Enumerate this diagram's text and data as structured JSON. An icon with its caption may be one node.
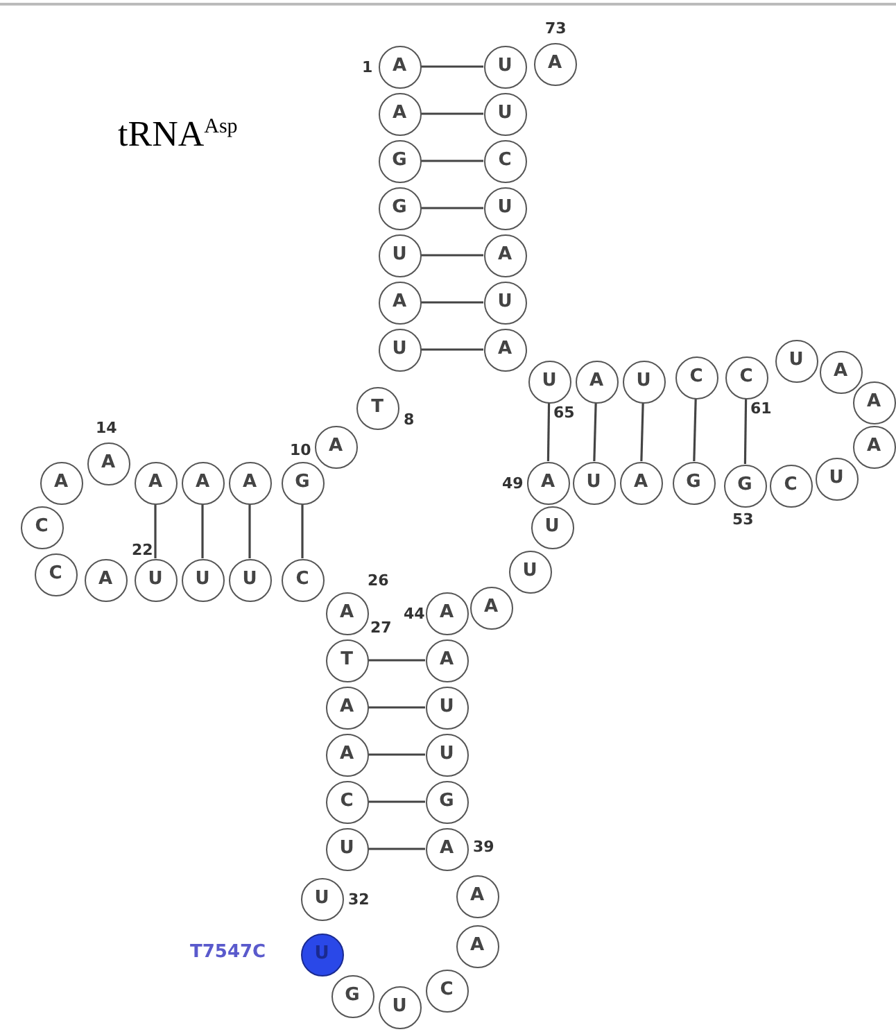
{
  "diagram": {
    "title": "tRNA$^{Asp}$",
    "nodes": [
      {
        "text": [
          "A"
        ],
        "beside": [
          "1"
        ]
      },
      {
        "text": [
          "A"
        ]
      },
      {
        "text": [
          "G"
        ]
      },
      {
        "text": [
          "G"
        ]
      },
      {
        "text": [
          "U"
        ]
      },
      {
        "text": [
          "A"
        ]
      },
      {
        "text": [
          "U"
        ]
      },
      {
        "text": [
          "T"
        ],
        "beside": [
          "8"
        ]
      },
      {
        "text": [
          "A"
        ]
      },
      {
        "text": [
          "G"
        ],
        "beside": [
          "10"
        ]
      },
      {
        "text": [
          "A"
        ]
      },
      {
        "text": [
          "A"
        ]
      },
      {
        "text": [
          "A"
        ]
      },
      {
        "text": [
          "A"
        ],
        "beside": [
          "14"
        ]
      },
      {
        "text": [
          "A"
        ]
      },
      {
        "text": [
          "C"
        ]
      },
      {
        "text": [
          "C"
        ]
      },
      {
        "text": [
          "A"
        ]
      },
      {
        "text": [
          "U"
        ],
        "beside": [
          "22"
        ]
      },
      {
        "text": [
          "U"
        ]
      },
      {
        "text": [
          "U"
        ]
      },
      {
        "text": [
          "C"
        ]
      },
      {
        "text": [
          "A"
        ],
        "beside": [
          "26"
        ]
      },
      {
        "text": [
          "T"
        ],
        "beside": [
          "27"
        ]
      },
      {
        "text": [
          "A"
        ]
      },
      {
        "text": [
          "A"
        ]
      },
      {
        "text": [
          "C"
        ]
      },
      {
        "text": [
          "U"
        ]
      },
      {
        "text": [
          "U"
        ],
        "beside": [
          "32"
        ]
      },
      {
        "text": [
          "U"
        ],
        "beside": [
          "T7547C"
        ]
      },
      {
        "text": [
          "G"
        ]
      },
      {
        "text": [
          "U"
        ]
      },
      {
        "text": [
          "C"
        ]
      },
      {
        "text": [
          "A"
        ]
      },
      {
        "text": [
          "A"
        ]
      },
      {
        "text": [
          "A"
        ],
        "beside": [
          "39"
        ]
      },
      {
        "text": [
          "G"
        ]
      },
      {
        "text": [
          "U"
        ]
      },
      {
        "text": [
          "U"
        ]
      },
      {
        "text": [
          "A"
        ]
      },
      {
        "text": [
          "A"
        ],
        "beside": [
          "44"
        ]
      },
      {
        "text": [
          "A"
        ]
      },
      {
        "text": [
          "U"
        ]
      },
      {
        "text": [
          "U"
        ]
      },
      {
        "text": [
          "A"
        ],
        "beside": [
          "49"
        ]
      },
      {
        "text": [
          "U"
        ]
      },
      {
        "text": [
          "A"
        ]
      },
      {
        "text": [
          "G"
        ]
      },
      {
        "text": [
          "G"
        ],
        "beside": [
          "53"
        ]
      },
      {
        "text": [
          "C"
        ]
      },
      {
        "text": [
          "U"
        ]
      },
      {
        "text": [
          "A"
        ]
      },
      {
        "text": [
          "A"
        ]
      },
      {
        "text": [
          "A"
        ]
      },
      {
        "text": [
          "U"
        ]
      },
      {
        "text": [
          "C"
        ],
        "beside": [
          "61"
        ]
      },
      {
        "text": [
          "C"
        ]
      },
      {
        "text": [
          "U"
        ]
      },
      {
        "text": [
          "A"
        ]
      },
      {
        "text": [
          "U"
        ],
        "beside": [
          "65"
        ]
      },
      {
        "text": [
          "A"
        ]
      },
      {
        "text": [
          "U"
        ]
      },
      {
        "text": [
          "A"
        ]
      },
      {
        "text": [
          "U"
        ]
      },
      {
        "text": [
          "C"
        ]
      },
      {
        "text": [
          "U"
        ]
      },
      {
        "text": [
          "U"
        ]
      },
      {
        "text": [
          "A"
        ],
        "beside": [
          "73"
        ]
      }
    ],
    "edges": [
      {
        "from": 0,
        "to": 66,
        "arrow": "none"
      },
      {
        "from": 1,
        "to": 65,
        "arrow": "none"
      },
      {
        "from": 2,
        "to": 64,
        "arrow": "none"
      },
      {
        "from": 3,
        "to": 63,
        "arrow": "none"
      },
      {
        "from": 4,
        "to": 62,
        "arrow": "none"
      },
      {
        "from": 5,
        "to": 61,
        "arrow": "none"
      },
      {
        "from": 6,
        "to": 60,
        "arrow": "none"
      },
      {
        "from": 9,
        "to": 21,
        "arrow": "none"
      },
      {
        "from": 10,
        "to": 20,
        "arrow": "none"
      },
      {
        "from": 11,
        "to": 19,
        "arrow": "none"
      },
      {
        "from": 12,
        "to": 18,
        "arrow": "none"
      },
      {
        "from": 23,
        "to": 39,
        "arrow": "none"
      },
      {
        "from": 24,
        "to": 38,
        "arrow": "none"
      },
      {
        "from": 25,
        "to": 37,
        "arrow": "none"
      },
      {
        "from": 26,
        "to": 36,
        "arrow": "none"
      },
      {
        "from": 27,
        "to": 35,
        "arrow": "none"
      },
      {
        "from": 59,
        "to": 44,
        "arrow": "none"
      },
      {
        "from": 58,
        "to": 45,
        "arrow": "none"
      },
      {
        "from": 57,
        "to": 46,
        "arrow": "none"
      },
      {
        "from": 56,
        "to": 47,
        "arrow": "none"
      },
      {
        "from": 55,
        "to": 48,
        "arrow": "none"
      }
    ]
  }
}
